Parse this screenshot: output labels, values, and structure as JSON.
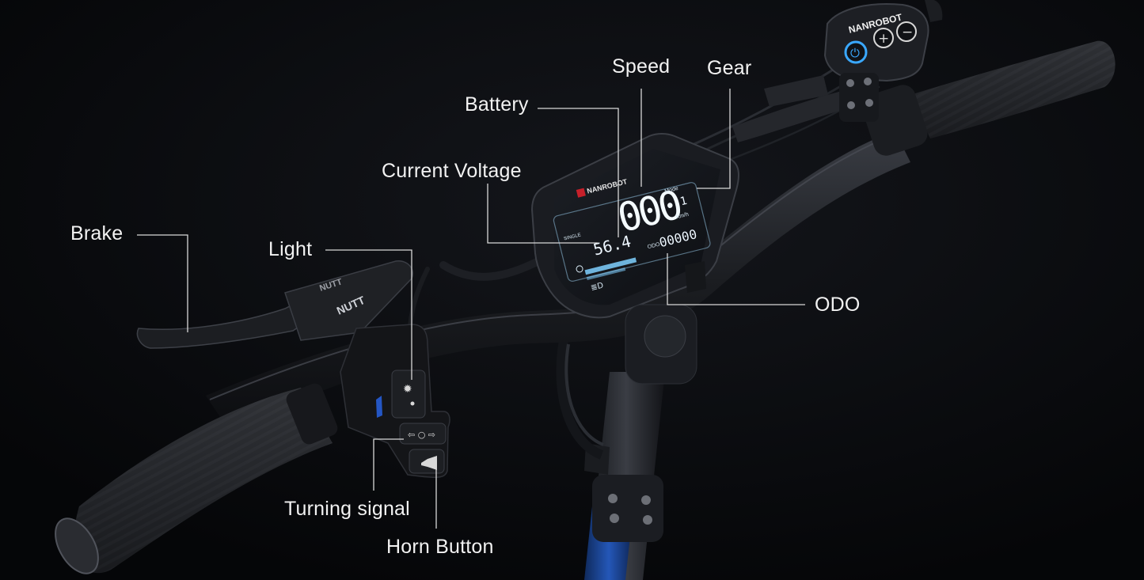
{
  "labels": {
    "speed": "Speed",
    "gear": "Gear",
    "battery": "Battery",
    "current_voltage": "Current Voltage",
    "brake": "Brake",
    "light": "Light",
    "odo": "ODO",
    "turning_signal": "Turning signal",
    "horn_button": "Horn Button"
  },
  "device": {
    "brand_display": "NANROBOT",
    "brand_controller": "NANROBOT",
    "brake_brand": "NUTT",
    "lcd_mode_label": "Mode",
    "lcd_unit": "Km/h",
    "lcd_single": "SINGLE",
    "lcd_odo_label": "ODO",
    "lcd_speed": "000",
    "lcd_voltage": "56.4",
    "lcd_odo": "00000"
  },
  "colors": {
    "background": "#06070a",
    "label_text": "#f2f2f2",
    "callout_line": "#d8d8d8",
    "lcd_segments": "#e9f6ff",
    "lcd_accent": "#7fd0ff",
    "power_button": "#3aa8ff",
    "stem_accent": "#1f4fa8"
  }
}
